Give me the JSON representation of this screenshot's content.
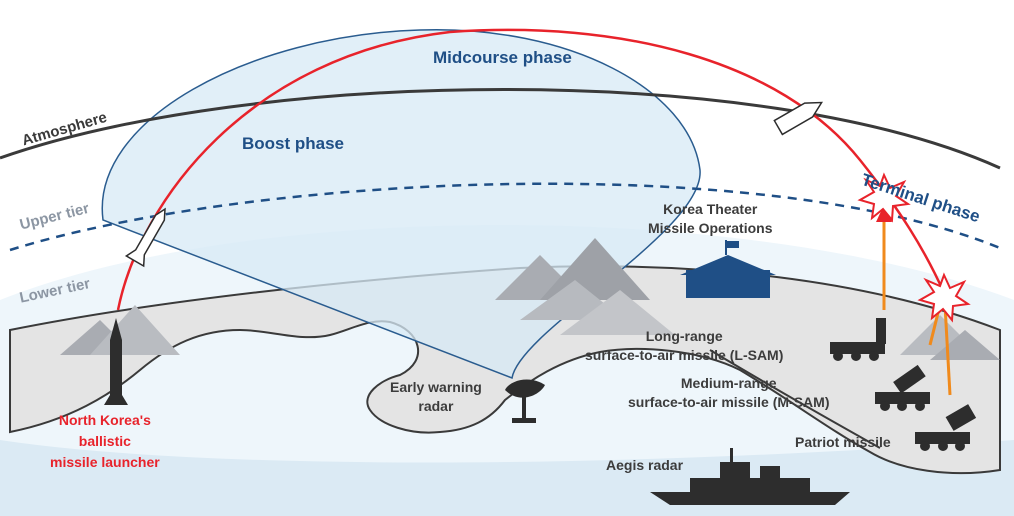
{
  "labels": {
    "midcourse": "Midcourse phase",
    "boost": "Boost phase",
    "terminal": "Terminal phase",
    "atmosphere": "Atmosphere",
    "upper_tier": "Upper tier",
    "lower_tier": "Lower tier",
    "ktmo_line1": "Korea Theater",
    "ktmo_line2": "Missile Operations",
    "lsam_line1": "Long-range",
    "lsam_line2": "surface-to-air missile (L-SAM)",
    "msam_line1": "Medium-range",
    "msam_line2": "surface-to-air missile (M-SAM)",
    "patriot": "Patriot missile",
    "early_warning_line1": "Early warning",
    "early_warning_line2": "radar",
    "aegis": "Aegis radar",
    "launcher_line1": "North Korea's",
    "launcher_line2": "ballistic",
    "launcher_line3": "missile launcher"
  },
  "colors": {
    "trajectory": "#e8232b",
    "phase_text": "#1f4f86",
    "coverage_fill": "#d7e9f6",
    "coverage_stroke": "#2a5c8f",
    "tier_line": "#1f4f86",
    "ground": "#e6e6e6",
    "mountain": "#a9acb2",
    "intercept": "#f08a1c",
    "explosion": "#e8232b"
  }
}
